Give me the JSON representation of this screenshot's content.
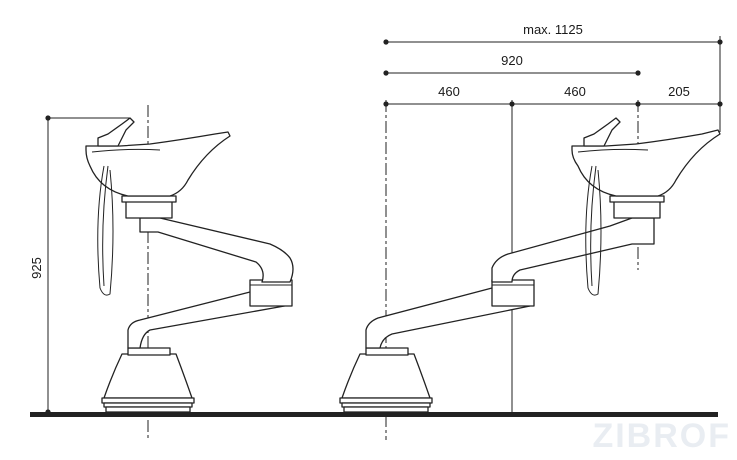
{
  "dimensions": {
    "height_label": "925",
    "max_reach_label": "max. 1125",
    "reach_920_label": "920",
    "left_segment_label": "460",
    "right_segment_label": "460",
    "overhang_label": "205"
  },
  "watermark": "ZIBROF",
  "colors": {
    "line": "#222222",
    "floor": "#222222",
    "background": "#ffffff"
  }
}
